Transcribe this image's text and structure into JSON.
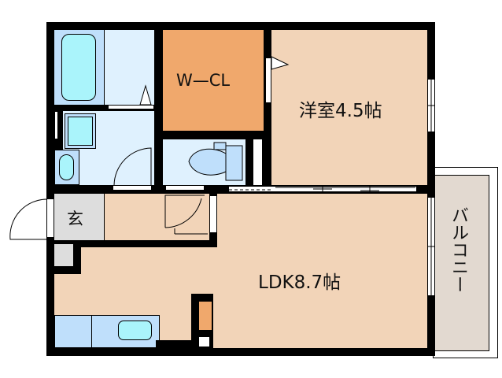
{
  "floorplan": {
    "colors": {
      "wall": "#000000",
      "room_floor": "#f2d4b8",
      "walk_in_closet": "#f0a86c",
      "wet_area": "#dff1fe",
      "fixture_blue": "#bfdffb",
      "fixture_cyan": "#aaf4fb",
      "entrance": "#dddddd",
      "balcony": "#e2d9d0"
    },
    "rooms": {
      "walk_in_closet": {
        "label": "W—CL"
      },
      "western_room": {
        "label": "洋室4.5帖"
      },
      "ldk": {
        "label": "LDK8.7帖"
      },
      "entrance": {
        "label": "玄"
      },
      "balcony": {
        "label": "バルコニー"
      },
      "bathroom": {
        "label": ""
      },
      "washroom": {
        "label": ""
      },
      "toilet": {
        "label": ""
      }
    },
    "fixtures": [
      "bathtub",
      "washbasin",
      "washing-machine",
      "toilet",
      "kitchen-counter",
      "kitchen-sink",
      "refrigerator-space"
    ]
  }
}
